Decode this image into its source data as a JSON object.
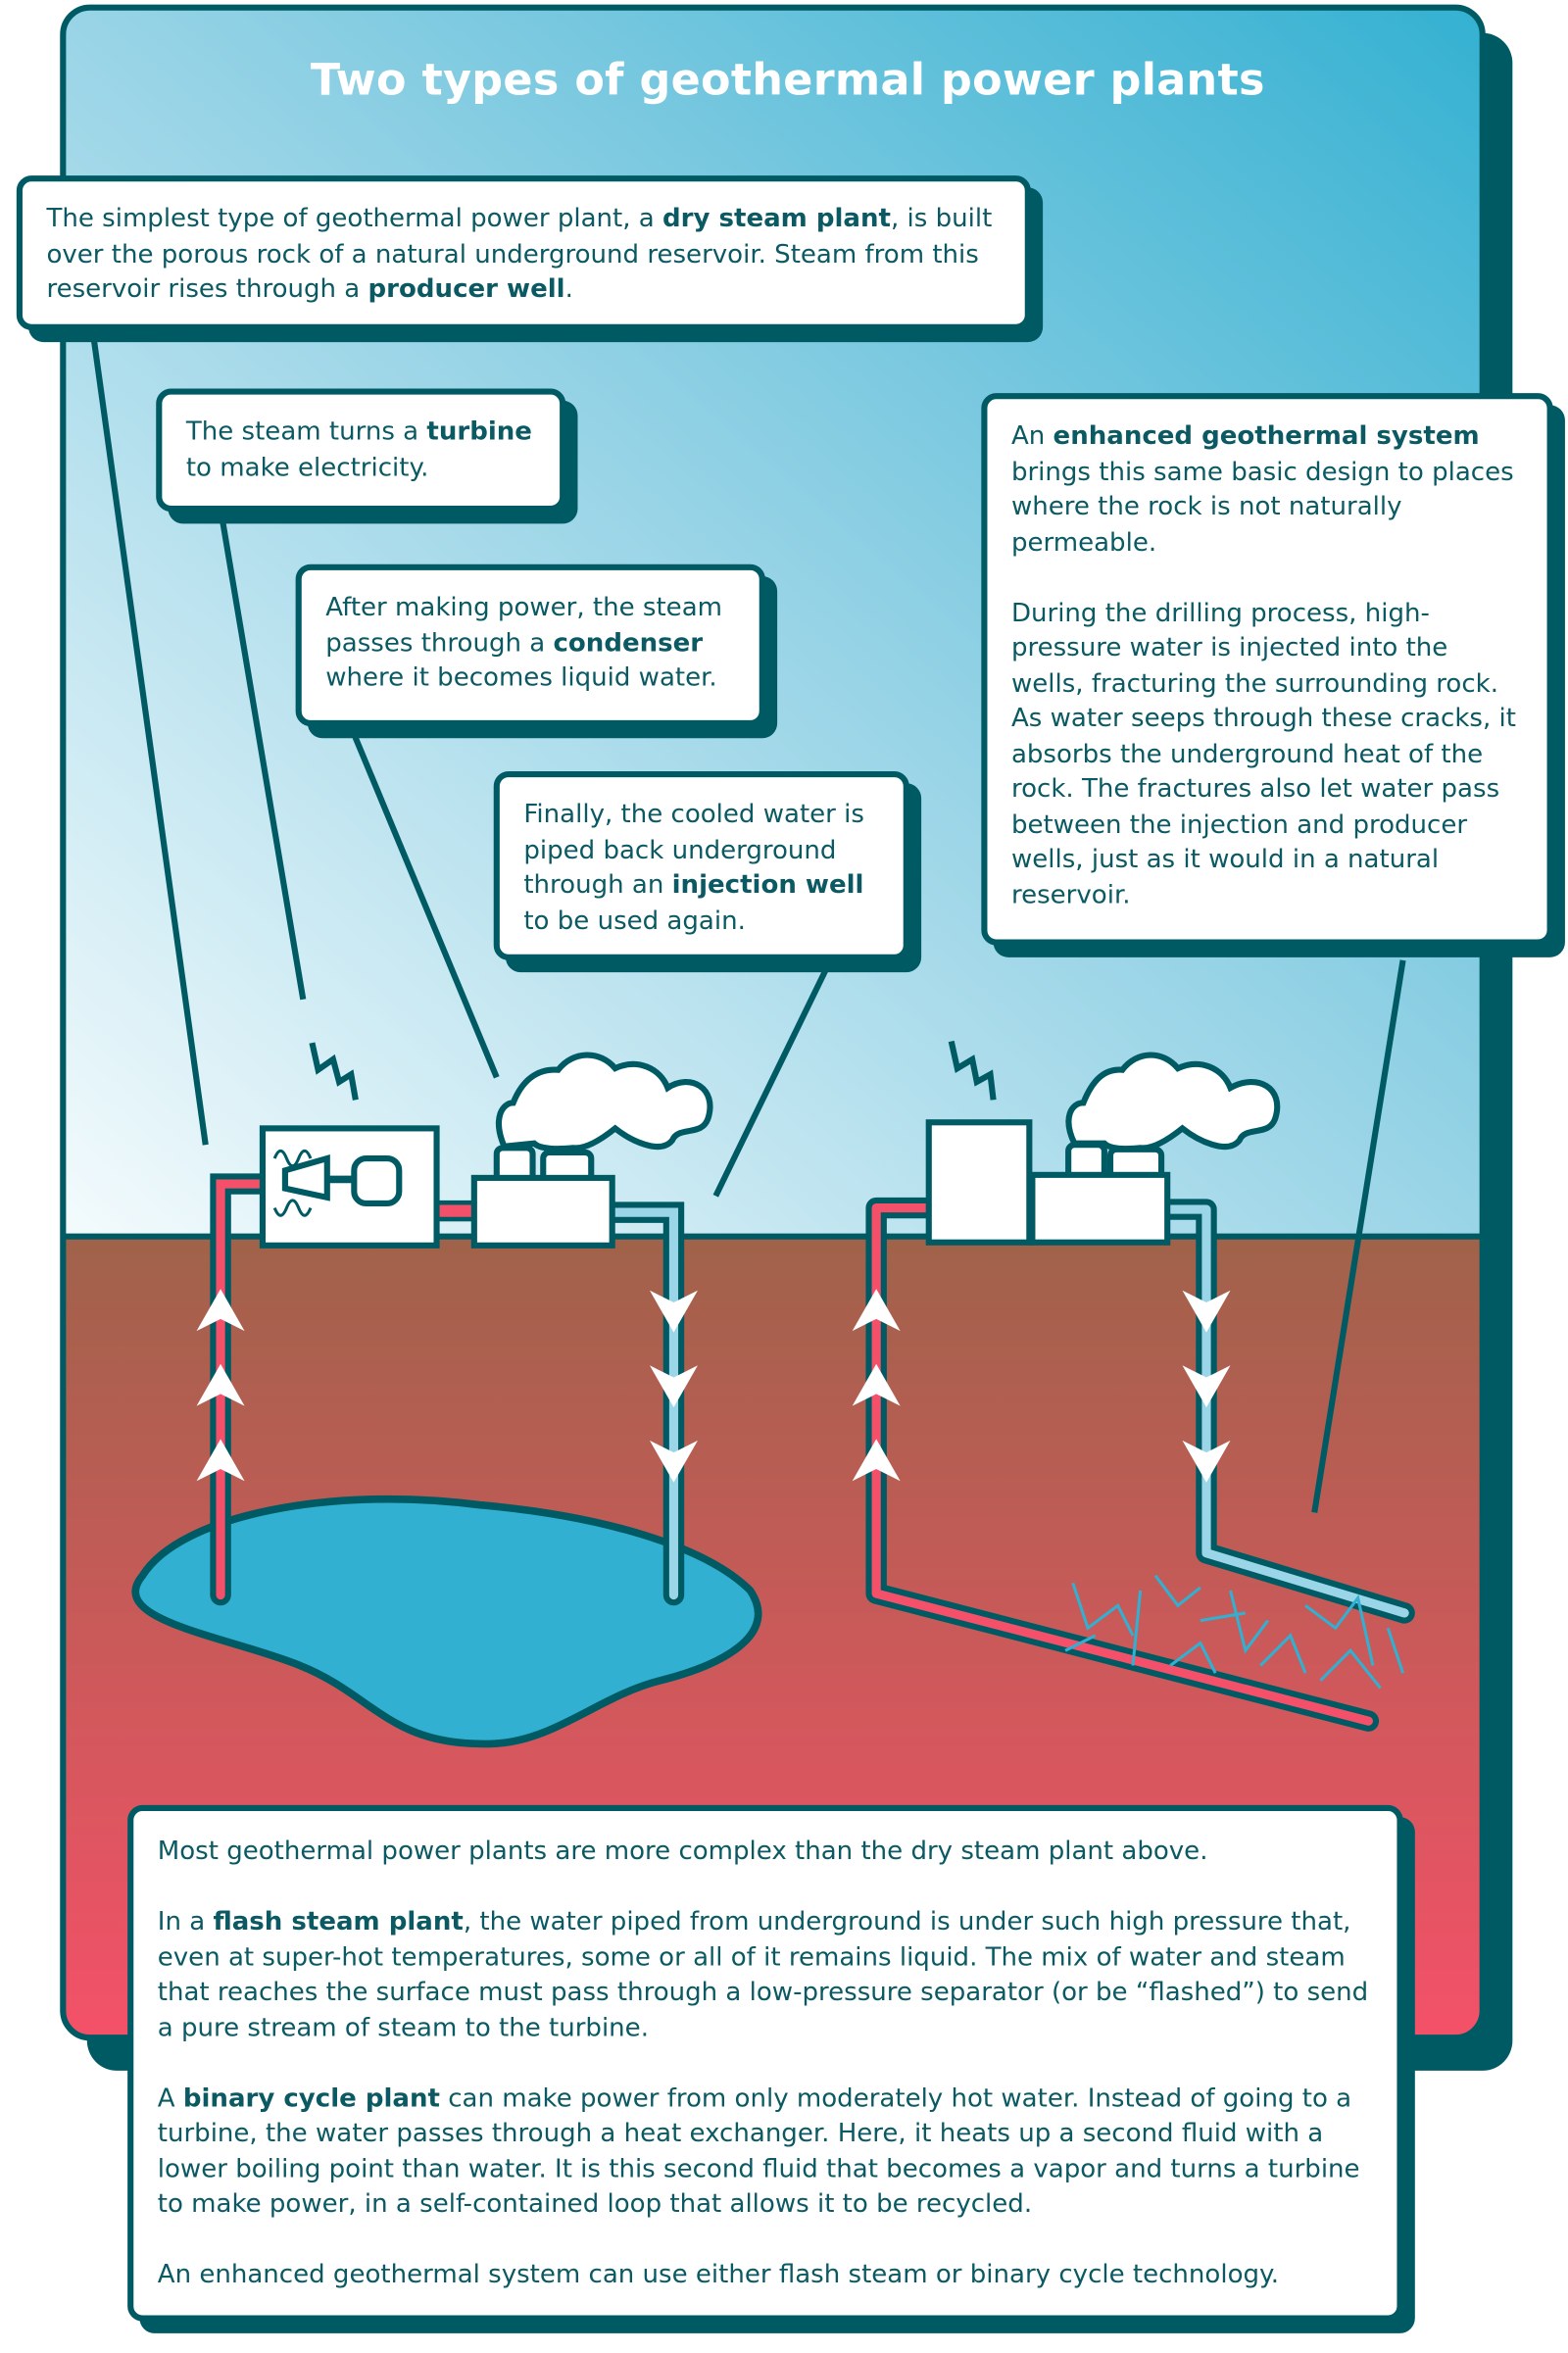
{
  "title": "Two types of geothermal power plants",
  "colors": {
    "teal_dark": "#005a63",
    "sky_top": "#32b0d1",
    "sky_bottom": "#f4fbfd",
    "ground_top": "#a0624a",
    "ground_bottom": "#f8506a",
    "hot_pipe": "#f5506a",
    "cold_pipe": "#9bd6e8",
    "reservoir": "#31b0d1"
  },
  "callouts": {
    "dry_steam": [
      [
        {
          "t": "The simplest type of geothermal power plant, a "
        },
        {
          "t": "dry steam plant",
          "b": true
        },
        {
          "t": ", is built over the porous rock of a natural underground reservoir. Steam from this reservoir rises through a "
        },
        {
          "t": "producer well",
          "b": true
        },
        {
          "t": "."
        }
      ]
    ],
    "turbine": [
      [
        {
          "t": "The steam turns a "
        },
        {
          "t": "turbine",
          "b": true
        },
        {
          "t": " to make electricity."
        }
      ]
    ],
    "condenser": [
      [
        {
          "t": "After making power, the steam passes through a "
        },
        {
          "t": "condenser",
          "b": true
        },
        {
          "t": " where it becomes liquid water."
        }
      ]
    ],
    "injection": [
      [
        {
          "t": "Finally, the cooled water is piped back underground through an "
        },
        {
          "t": "injection well",
          "b": true
        },
        {
          "t": " to be used again."
        }
      ]
    ],
    "enhanced": [
      [
        {
          "t": "An "
        },
        {
          "t": "enhanced geothermal system",
          "b": true
        },
        {
          "t": " brings this same basic design to places where the rock is not naturally permeable."
        }
      ],
      [
        {
          "t": "During the drilling process, high-pressure water is injected into the wells, fracturing the surrounding rock. As water seeps through these cracks, it absorbs the underground heat of the rock. The fractures also let water pass between the injection and producer wells, just as it would in a natural reservoir."
        }
      ]
    ],
    "other_types": [
      [
        {
          "t": "Most geothermal power plants are more complex than the dry steam plant above."
        }
      ],
      [
        {
          "t": "In a "
        },
        {
          "t": "flash steam plant",
          "b": true
        },
        {
          "t": ", the water piped from underground is under such high pressure that, even at super-hot temperatures, some or all of it remains liquid. The mix of water and steam that reaches the surface must pass through a low-pressure separator (or be “flashed”) to send a pure stream of steam to the turbine."
        }
      ],
      [
        {
          "t": "A "
        },
        {
          "t": "binary cycle plant",
          "b": true
        },
        {
          "t": " can make power from only moderately hot water. Instead of going to a turbine, the water passes through a heat exchanger. Here, it heats up a second fluid with a lower boiling point than water. It is this second fluid that becomes a vapor and turns a turbine to make power, in a self-contained loop that allows it to be recycled."
        }
      ],
      [
        {
          "t": "An enhanced geothermal system can use either flash steam or binary cycle technology."
        }
      ]
    ]
  }
}
